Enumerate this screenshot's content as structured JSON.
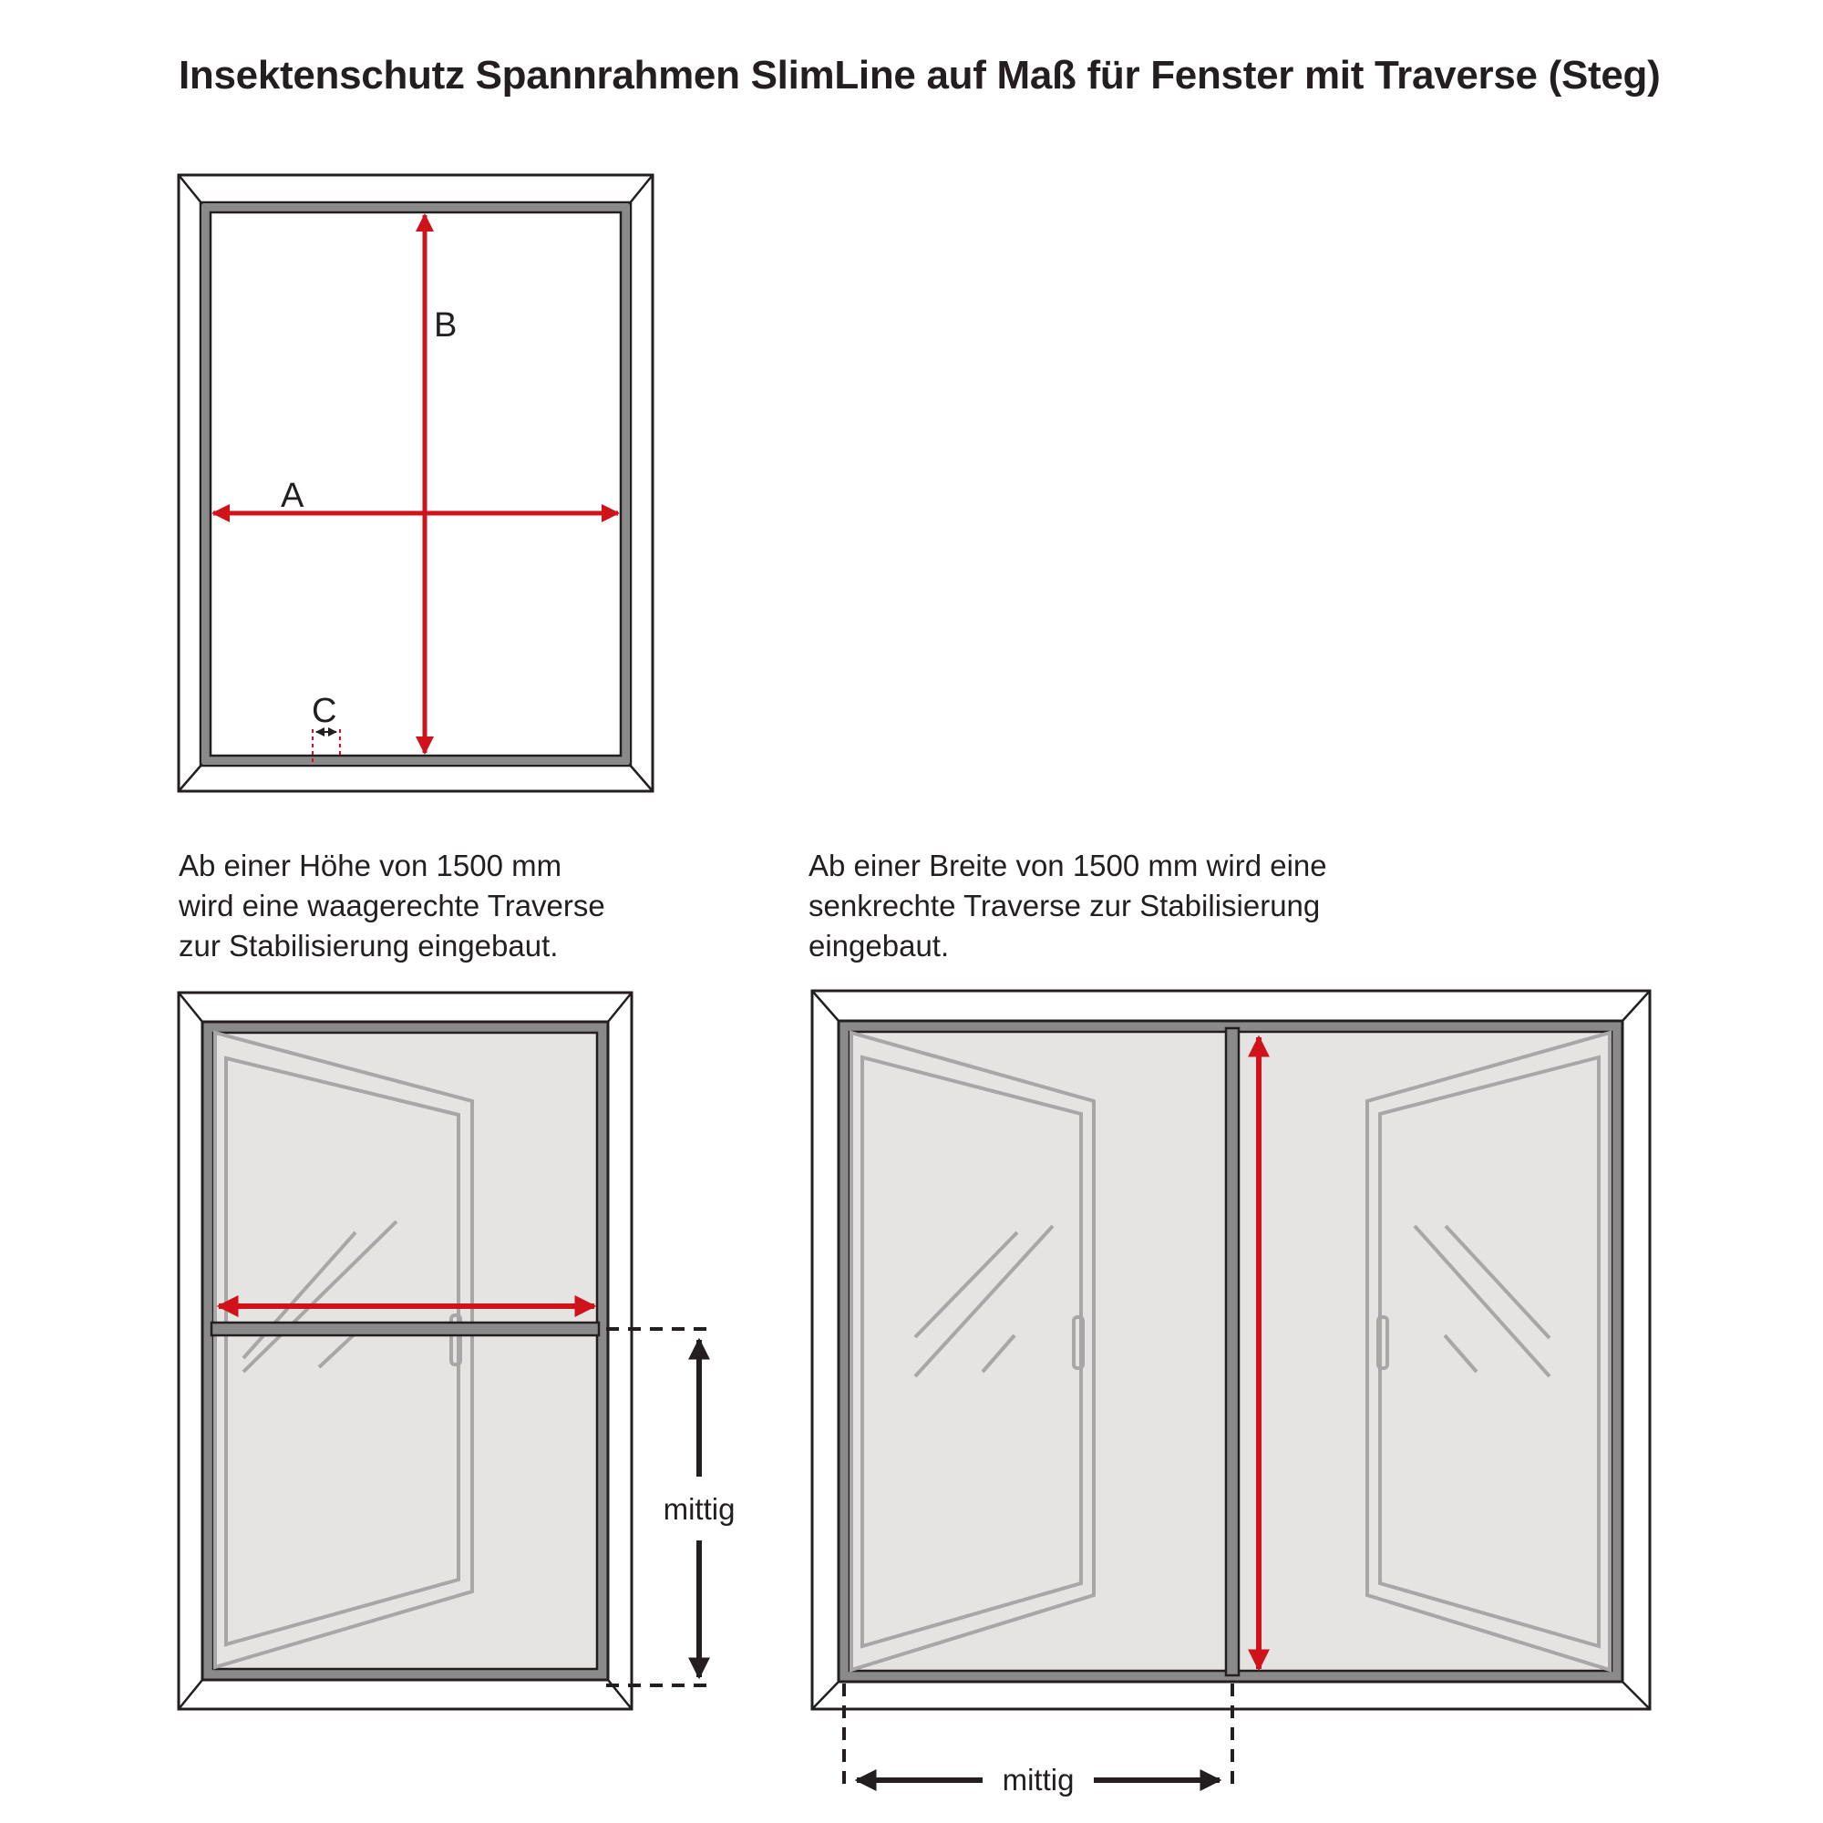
{
  "title": "Insektenschutz Spannrahmen SlimLine auf Maß für Fenster mit Traverse (Steg)",
  "diagram_top": {
    "label_a": "A",
    "label_b": "B",
    "label_c": "C"
  },
  "caption_left": {
    "lines": [
      "Ab einer Höhe von 1500 mm",
      "wird eine waagerechte Traverse",
      "zur Stabilisierung eingebaut."
    ]
  },
  "caption_right": {
    "lines": [
      "Ab einer Breite von 1500 mm wird eine",
      "senkrechte Traverse zur Stabilisierung",
      "eingebaut."
    ]
  },
  "diagram_left": {
    "dimension_label": "mittig"
  },
  "diagram_right": {
    "dimension_label": "mittig"
  },
  "colors": {
    "accent_red": "#d0121b",
    "frame_gray": "#8a8a8a",
    "glass_fill": "#e6e3e3",
    "line_dark": "#231f20"
  }
}
